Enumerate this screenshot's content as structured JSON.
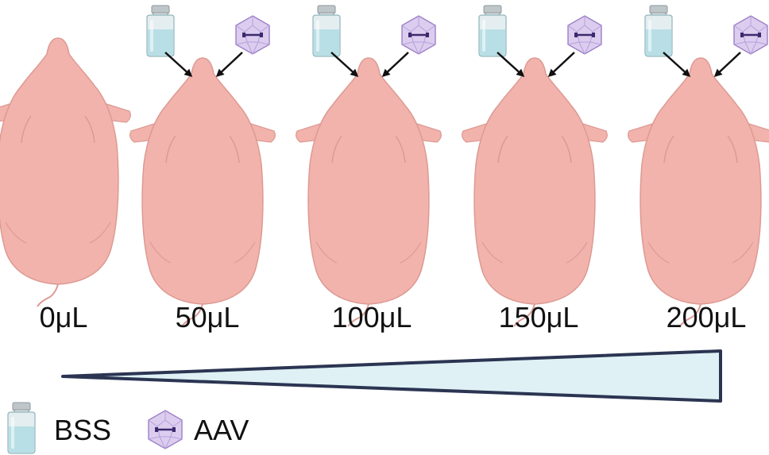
{
  "doses": [
    {
      "label": "0μL",
      "injected": false
    },
    {
      "label": "50μL",
      "injected": true
    },
    {
      "label": "100μL",
      "injected": true
    },
    {
      "label": "150μL",
      "injected": true
    },
    {
      "label": "200μL",
      "injected": true
    }
  ],
  "legend": {
    "bss_label": "BSS",
    "aav_label": "AAV"
  },
  "icons": {
    "animal": "mouse-icon",
    "vial": "vial-icon",
    "virus": "aav-capsid-icon",
    "arrow": "arrow-icon"
  },
  "colors": {
    "mouse_body": "#f2b3ac",
    "mouse_outline": "#dc9a93",
    "vial_liquid": "#b9dfe6",
    "vial_glass": "#e4eef0",
    "vial_cap": "#bfc6c9",
    "capsid_fill": "#dccdef",
    "capsid_stroke": "#9d7fc8",
    "dna": "#3b2a6e",
    "wedge_fill": "#dff1f5",
    "wedge_stroke": "#2b3552",
    "arrow": "#111111"
  }
}
